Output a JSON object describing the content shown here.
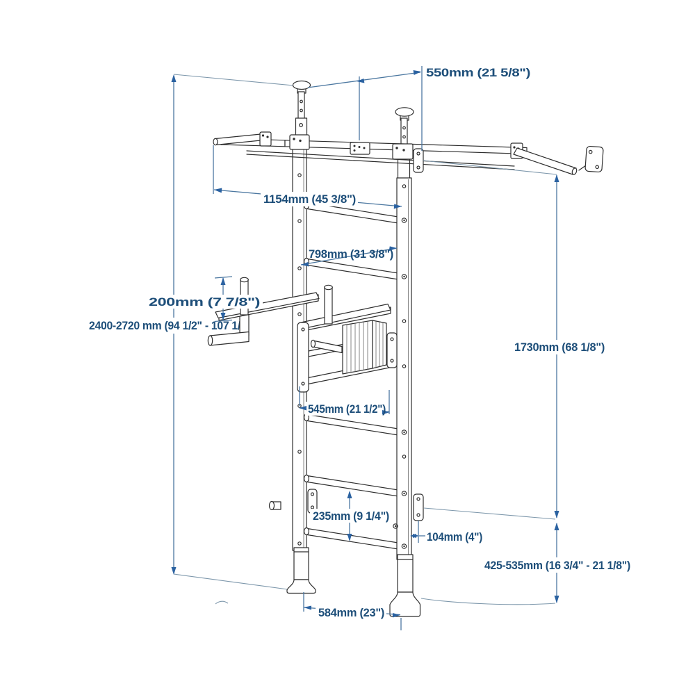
{
  "diagram": {
    "type": "technical-dimension-drawing",
    "subject": "wall-mounted swedish ladder with pull-up bar and dip station",
    "colors": {
      "dimension_text": "#1d4e79",
      "dimension_line": "#4b77a0",
      "leader_line": "#7d97ab",
      "arrow": "#2b62a1",
      "drawing_line": "#2e2e2e",
      "background": "#ffffff"
    },
    "dimensions": {
      "ceiling_offset": "550mm (21 5/8\")",
      "pullup_bar_width": "1154mm (45 3/8\")",
      "rung_length": "798mm (31 3/8\")",
      "dip_handle_height": "200mm (7 7/8\")",
      "total_height_range": "2400-2720 mm (94 1/2\" - 107 1/",
      "wall_rail_height": "1730mm (68 1/8\")",
      "dip_grip_spacing": "545mm (21 1/2\")",
      "rung_spacing": "235mm (9 1/4\")",
      "bracket_offset": "104mm (4\")",
      "lower_height_range": "425-535mm (16 3/4\" - 21 1/8\")",
      "base_width": "584mm (23\")"
    }
  }
}
